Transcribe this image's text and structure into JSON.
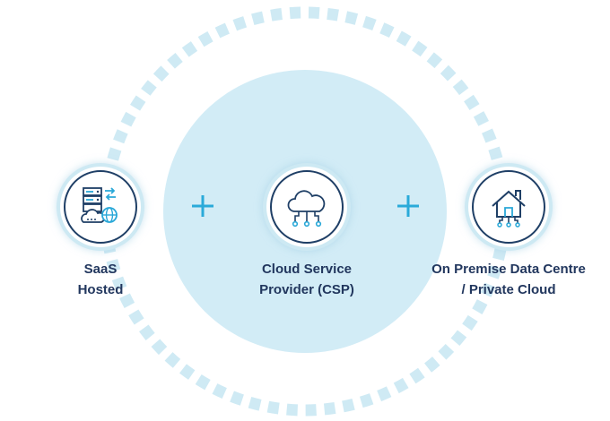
{
  "colors": {
    "dashed_ring": "#cfeaf4",
    "center_disc": "#d2ecf6",
    "plus": "#2aaad9",
    "icon_stroke": "#1f3f66",
    "icon_accent": "#29a8d8",
    "label_text": "#22375e"
  },
  "nodes": [
    {
      "id": "saas",
      "icon": "server-cloud-globe-icon",
      "line1": "SaaS",
      "line2": "Hosted"
    },
    {
      "id": "csp",
      "icon": "cloud-network-icon",
      "line1": "Cloud Service",
      "line2": "Provider (CSP)"
    },
    {
      "id": "onprem",
      "icon": "house-network-icon",
      "line1": "On Premise Data Centre",
      "line2": "/ Private Cloud"
    }
  ],
  "connectors": [
    "plus-icon",
    "plus-icon"
  ]
}
